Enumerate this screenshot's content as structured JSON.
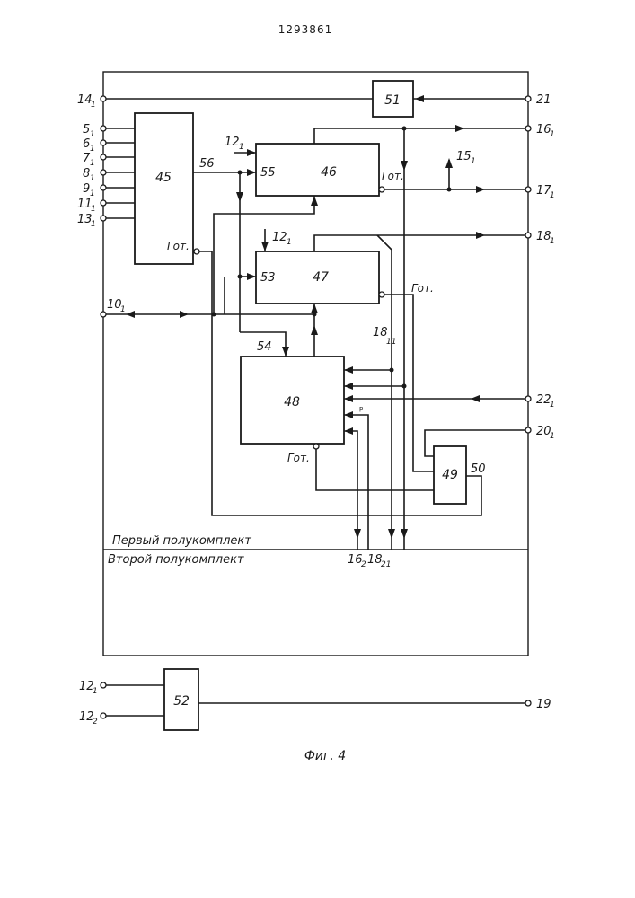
{
  "patent_number": "1293861",
  "figure_caption": "Фиг. 4",
  "sections": {
    "first": "Первый полукомплект",
    "second": "Второй полукомплект"
  },
  "blocks": {
    "b45": "45",
    "b46": "46",
    "b47": "47",
    "b48": "48",
    "b49": "49",
    "b51": "51",
    "b52": "52"
  },
  "inputs": {
    "i55": "55",
    "i53": "53",
    "i54": "54",
    "o56": "56",
    "n50": "50"
  },
  "ready_label": "Гот.",
  "terminals": {
    "t14": {
      "main": "14",
      "sub": "1"
    },
    "t5": {
      "main": "5",
      "sub": "1"
    },
    "t6": {
      "main": "6",
      "sub": "1"
    },
    "t7": {
      "main": "7",
      "sub": "1"
    },
    "t8": {
      "main": "8",
      "sub": "1"
    },
    "t9": {
      "main": "9",
      "sub": "1"
    },
    "t11": {
      "main": "11",
      "sub": "1"
    },
    "t13": {
      "main": "13",
      "sub": "1"
    },
    "t10": {
      "main": "10",
      "sub": "1"
    },
    "t21": {
      "main": "21",
      "sub": ""
    },
    "t16": {
      "main": "16",
      "sub": "1"
    },
    "t17": {
      "main": "17",
      "sub": "1"
    },
    "t18": {
      "main": "18",
      "sub": "1"
    },
    "t22": {
      "main": "22",
      "sub": "1"
    },
    "t20": {
      "main": "20",
      "sub": "1"
    },
    "t12a": {
      "main": "12",
      "sub": "1"
    },
    "t12b": {
      "main": "12",
      "sub": "2"
    },
    "t19": {
      "main": "19",
      "sub": ""
    }
  },
  "signals": {
    "s12_46": {
      "main": "12",
      "sub": "1"
    },
    "s12_47": {
      "main": "12",
      "sub": "1"
    },
    "s15": {
      "main": "15",
      "sub": "1"
    },
    "s18_11": {
      "main": "18",
      "sub": "11"
    },
    "s16_2": {
      "main": "16",
      "sub": "2"
    },
    "s18_21": {
      "main": "18",
      "sub": "21"
    },
    "p_mark": "р"
  }
}
